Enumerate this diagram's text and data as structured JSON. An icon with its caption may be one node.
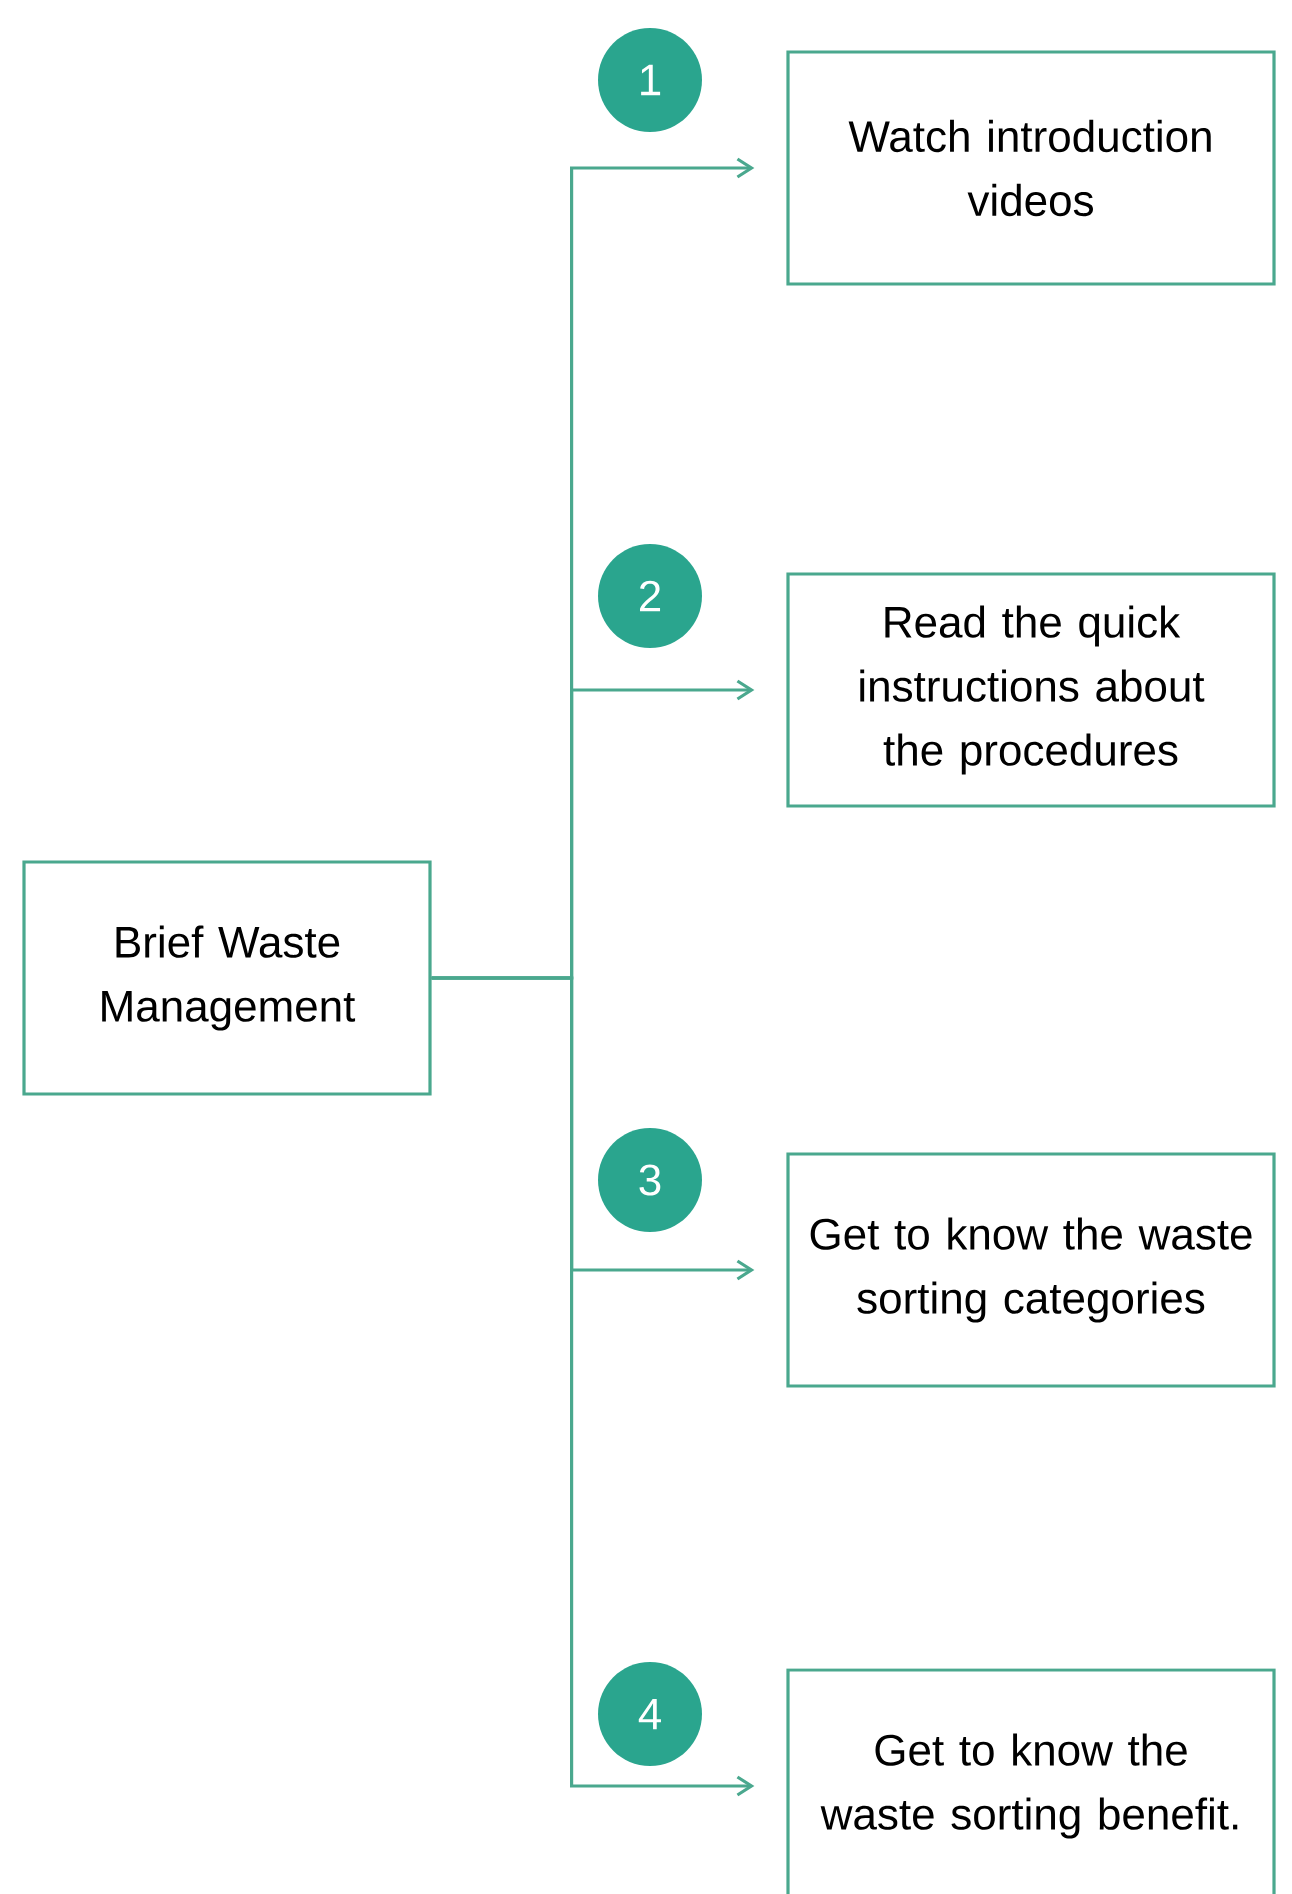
{
  "diagram": {
    "nodes": [
      {
        "text": [
          "Brief Waste Management"
        ]
      },
      {
        "text": [
          "1"
        ]
      },
      {
        "text": [
          "Watch introduction videos"
        ]
      },
      {
        "text": [
          "2"
        ]
      },
      {
        "text": [
          "Read the quick instructions about the procedures"
        ]
      },
      {
        "text": [
          "3"
        ]
      },
      {
        "text": [
          "Get to know the waste sorting categories"
        ]
      },
      {
        "text": [
          "4"
        ]
      },
      {
        "text": [
          "Get to know the waste sorting benefit."
        ]
      }
    ],
    "edges": [
      {
        "from": 0,
        "to": 2,
        "arrow": "to"
      },
      {
        "from": 0,
        "to": 4,
        "arrow": "to"
      },
      {
        "from": 0,
        "to": 6,
        "arrow": "to"
      },
      {
        "from": 0,
        "to": 8,
        "arrow": "to"
      }
    ]
  }
}
